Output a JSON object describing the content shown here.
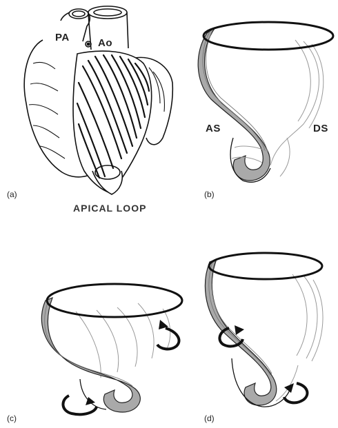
{
  "panels": {
    "a": {
      "letter": "(a)",
      "labels": {
        "pa": "PA",
        "ao": "Ao"
      },
      "caption": "APICAL LOOP"
    },
    "b": {
      "letter": "(b)",
      "labels": {
        "as": "AS",
        "ds": "DS"
      }
    },
    "c": {
      "letter": "(c)"
    },
    "d": {
      "letter": "(d)"
    }
  },
  "colors": {
    "band_fill": "#a9a9a9",
    "outline": "#111111",
    "background": "#ffffff"
  }
}
